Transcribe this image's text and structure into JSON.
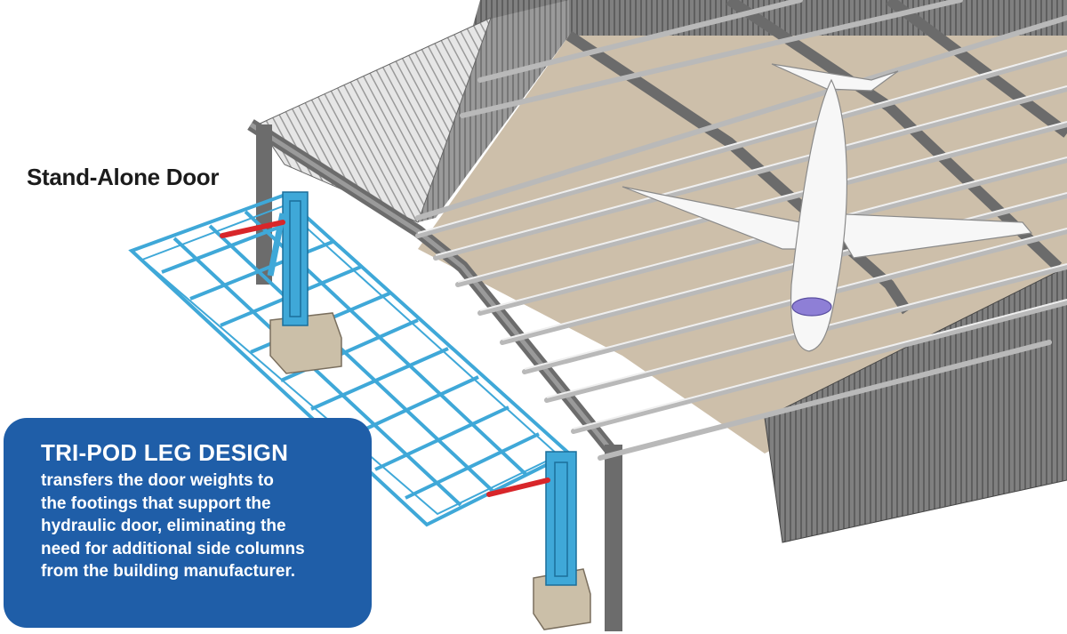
{
  "diagram": {
    "caption": "Stand-Alone Door",
    "callout": {
      "title": "TRI-POD LEG DESIGN",
      "lines": [
        "transfers the door weights to",
        "the footings that support the",
        "hydraulic door, eliminating the",
        "need for additional side columns",
        "from the building manufacturer."
      ]
    },
    "colors": {
      "callout_bg": "#1f5ea8",
      "door_frame": "#3fa8d8",
      "hydraulic_cylinder": "#d8262a",
      "floor": "#cfc1ad",
      "wall": "#7d7d7d"
    }
  }
}
